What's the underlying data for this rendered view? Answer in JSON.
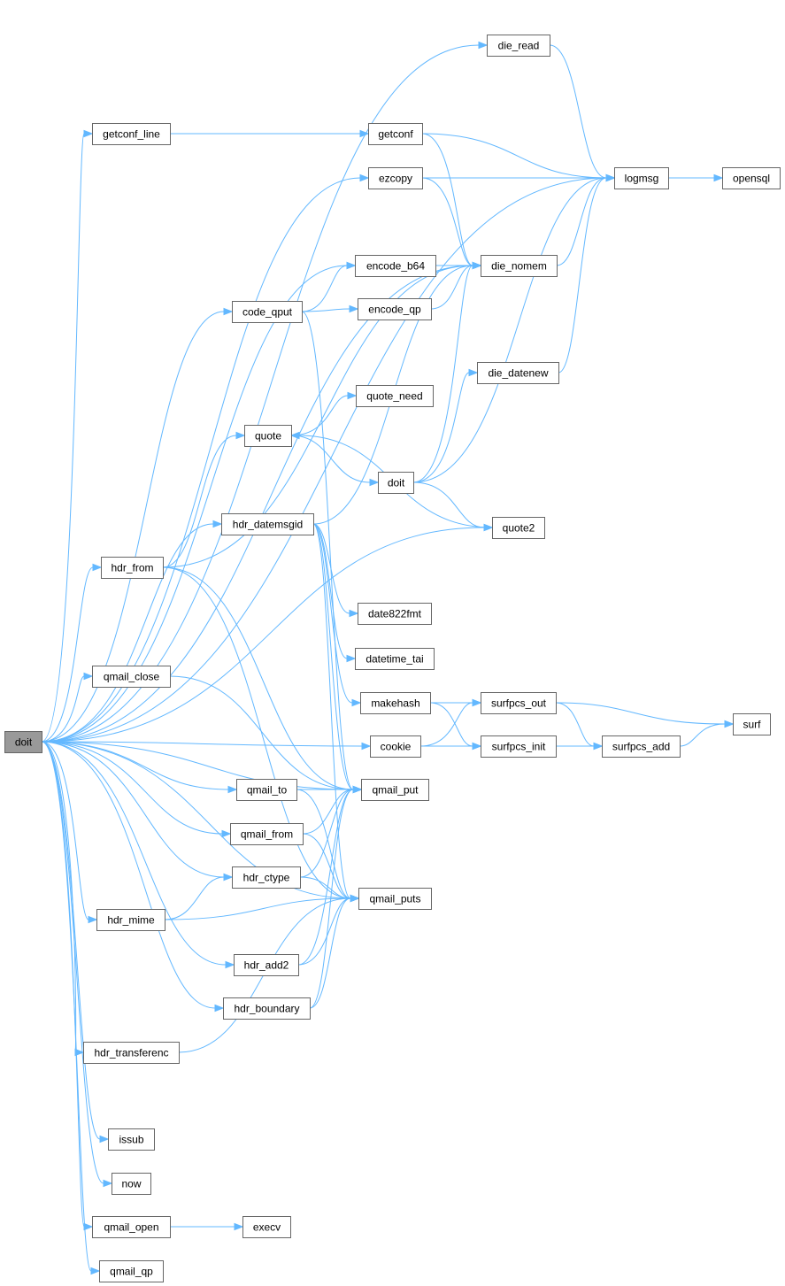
{
  "graph": {
    "edge_color": "#63b8ff",
    "node_border_color": "#666666",
    "root_fill": "#999999",
    "nodes": [
      {
        "id": "doit_root",
        "label": "doit",
        "root": true
      },
      {
        "id": "die_read",
        "label": "die_read"
      },
      {
        "id": "getconf_line",
        "label": "getconf_line"
      },
      {
        "id": "getconf",
        "label": "getconf"
      },
      {
        "id": "ezcopy",
        "label": "ezcopy"
      },
      {
        "id": "logmsg",
        "label": "logmsg"
      },
      {
        "id": "opensql",
        "label": "opensql"
      },
      {
        "id": "encode_b64",
        "label": "encode_b64"
      },
      {
        "id": "die_nomem",
        "label": "die_nomem"
      },
      {
        "id": "code_qput",
        "label": "code_qput"
      },
      {
        "id": "encode_qp",
        "label": "encode_qp"
      },
      {
        "id": "die_datenew",
        "label": "die_datenew"
      },
      {
        "id": "quote_need",
        "label": "quote_need"
      },
      {
        "id": "quote",
        "label": "quote"
      },
      {
        "id": "doit2",
        "label": "doit"
      },
      {
        "id": "hdr_datemsgid",
        "label": "hdr_datemsgid"
      },
      {
        "id": "quote2",
        "label": "quote2"
      },
      {
        "id": "hdr_from",
        "label": "hdr_from"
      },
      {
        "id": "date822fmt",
        "label": "date822fmt"
      },
      {
        "id": "datetime_tai",
        "label": "datetime_tai"
      },
      {
        "id": "qmail_close",
        "label": "qmail_close"
      },
      {
        "id": "makehash",
        "label": "makehash"
      },
      {
        "id": "surfpcs_out",
        "label": "surfpcs_out"
      },
      {
        "id": "surf",
        "label": "surf"
      },
      {
        "id": "cookie",
        "label": "cookie"
      },
      {
        "id": "surfpcs_init",
        "label": "surfpcs_init"
      },
      {
        "id": "surfpcs_add",
        "label": "surfpcs_add"
      },
      {
        "id": "qmail_to",
        "label": "qmail_to"
      },
      {
        "id": "qmail_put",
        "label": "qmail_put"
      },
      {
        "id": "qmail_from",
        "label": "qmail_from"
      },
      {
        "id": "hdr_ctype",
        "label": "hdr_ctype"
      },
      {
        "id": "qmail_puts",
        "label": "qmail_puts"
      },
      {
        "id": "hdr_mime",
        "label": "hdr_mime"
      },
      {
        "id": "hdr_add2",
        "label": "hdr_add2"
      },
      {
        "id": "hdr_boundary",
        "label": "hdr_boundary"
      },
      {
        "id": "hdr_transferenc",
        "label": "hdr_transferenc"
      },
      {
        "id": "issub",
        "label": "issub"
      },
      {
        "id": "now",
        "label": "now"
      },
      {
        "id": "qmail_open",
        "label": "qmail_open"
      },
      {
        "id": "execv",
        "label": "execv"
      },
      {
        "id": "qmail_qp",
        "label": "qmail_qp"
      }
    ],
    "edges": [
      {
        "from": "doit_root",
        "to": "die_read"
      },
      {
        "from": "doit_root",
        "to": "getconf_line"
      },
      {
        "from": "doit_root",
        "to": "logmsg"
      },
      {
        "from": "doit_root",
        "to": "ezcopy"
      },
      {
        "from": "doit_root",
        "to": "die_nomem"
      },
      {
        "from": "doit_root",
        "to": "encode_b64"
      },
      {
        "from": "doit_root",
        "to": "code_qput"
      },
      {
        "from": "doit_root",
        "to": "quote2"
      },
      {
        "from": "doit_root",
        "to": "hdr_datemsgid"
      },
      {
        "from": "doit_root",
        "to": "hdr_from"
      },
      {
        "from": "doit_root",
        "to": "qmail_close"
      },
      {
        "from": "doit_root",
        "to": "cookie"
      },
      {
        "from": "doit_root",
        "to": "qmail_put"
      },
      {
        "from": "doit_root",
        "to": "qmail_to"
      },
      {
        "from": "doit_root",
        "to": "qmail_from"
      },
      {
        "from": "doit_root",
        "to": "hdr_ctype"
      },
      {
        "from": "doit_root",
        "to": "hdr_mime"
      },
      {
        "from": "doit_root",
        "to": "hdr_add2"
      },
      {
        "from": "doit_root",
        "to": "hdr_boundary"
      },
      {
        "from": "doit_root",
        "to": "hdr_transferenc"
      },
      {
        "from": "doit_root",
        "to": "qmail_puts"
      },
      {
        "from": "doit_root",
        "to": "issub"
      },
      {
        "from": "doit_root",
        "to": "now"
      },
      {
        "from": "doit_root",
        "to": "qmail_open"
      },
      {
        "from": "doit_root",
        "to": "qmail_qp"
      },
      {
        "from": "die_read",
        "to": "logmsg"
      },
      {
        "from": "getconf_line",
        "to": "getconf"
      },
      {
        "from": "getconf",
        "to": "logmsg"
      },
      {
        "from": "getconf",
        "to": "die_nomem"
      },
      {
        "from": "ezcopy",
        "to": "logmsg"
      },
      {
        "from": "ezcopy",
        "to": "die_nomem"
      },
      {
        "from": "logmsg",
        "to": "opensql"
      },
      {
        "from": "die_nomem",
        "to": "logmsg"
      },
      {
        "from": "encode_b64",
        "to": "die_nomem"
      },
      {
        "from": "code_qput",
        "to": "encode_b64"
      },
      {
        "from": "code_qput",
        "to": "encode_qp"
      },
      {
        "from": "code_qput",
        "to": "qmail_put"
      },
      {
        "from": "encode_qp",
        "to": "die_nomem"
      },
      {
        "from": "die_datenew",
        "to": "logmsg"
      },
      {
        "from": "quote",
        "to": "quote_need"
      },
      {
        "from": "quote",
        "to": "doit2"
      },
      {
        "from": "doit2",
        "to": "die_nomem"
      },
      {
        "from": "doit2",
        "to": "die_datenew"
      },
      {
        "from": "doit2",
        "to": "logmsg"
      },
      {
        "from": "doit2",
        "to": "quote2"
      },
      {
        "from": "quote2",
        "to": "quote"
      },
      {
        "from": "hdr_from",
        "to": "quote"
      },
      {
        "from": "hdr_from",
        "to": "die_nomem"
      },
      {
        "from": "hdr_from",
        "to": "qmail_put"
      },
      {
        "from": "hdr_from",
        "to": "qmail_puts"
      },
      {
        "from": "hdr_datemsgid",
        "to": "die_nomem"
      },
      {
        "from": "hdr_datemsgid",
        "to": "date822fmt"
      },
      {
        "from": "hdr_datemsgid",
        "to": "datetime_tai"
      },
      {
        "from": "hdr_datemsgid",
        "to": "makehash"
      },
      {
        "from": "hdr_datemsgid",
        "to": "qmail_put"
      },
      {
        "from": "hdr_datemsgid",
        "to": "qmail_puts"
      },
      {
        "from": "qmail_close",
        "to": "qmail_put"
      },
      {
        "from": "makehash",
        "to": "surfpcs_out"
      },
      {
        "from": "makehash",
        "to": "surfpcs_init"
      },
      {
        "from": "surfpcs_out",
        "to": "surf"
      },
      {
        "from": "surfpcs_out",
        "to": "surfpcs_add"
      },
      {
        "from": "surfpcs_add",
        "to": "surf"
      },
      {
        "from": "cookie",
        "to": "surfpcs_out"
      },
      {
        "from": "cookie",
        "to": "surfpcs_init"
      },
      {
        "from": "cookie",
        "to": "surfpcs_add"
      },
      {
        "from": "qmail_to",
        "to": "qmail_put"
      },
      {
        "from": "qmail_to",
        "to": "qmail_puts"
      },
      {
        "from": "qmail_from",
        "to": "qmail_put"
      },
      {
        "from": "qmail_from",
        "to": "qmail_puts"
      },
      {
        "from": "hdr_ctype",
        "to": "qmail_put"
      },
      {
        "from": "hdr_ctype",
        "to": "qmail_puts"
      },
      {
        "from": "hdr_mime",
        "to": "hdr_ctype"
      },
      {
        "from": "hdr_mime",
        "to": "qmail_puts"
      },
      {
        "from": "hdr_add2",
        "to": "qmail_put"
      },
      {
        "from": "hdr_add2",
        "to": "qmail_puts"
      },
      {
        "from": "hdr_boundary",
        "to": "qmail_put"
      },
      {
        "from": "hdr_boundary",
        "to": "qmail_puts"
      },
      {
        "from": "hdr_transferenc",
        "to": "qmail_puts"
      },
      {
        "from": "qmail_open",
        "to": "execv"
      }
    ]
  }
}
